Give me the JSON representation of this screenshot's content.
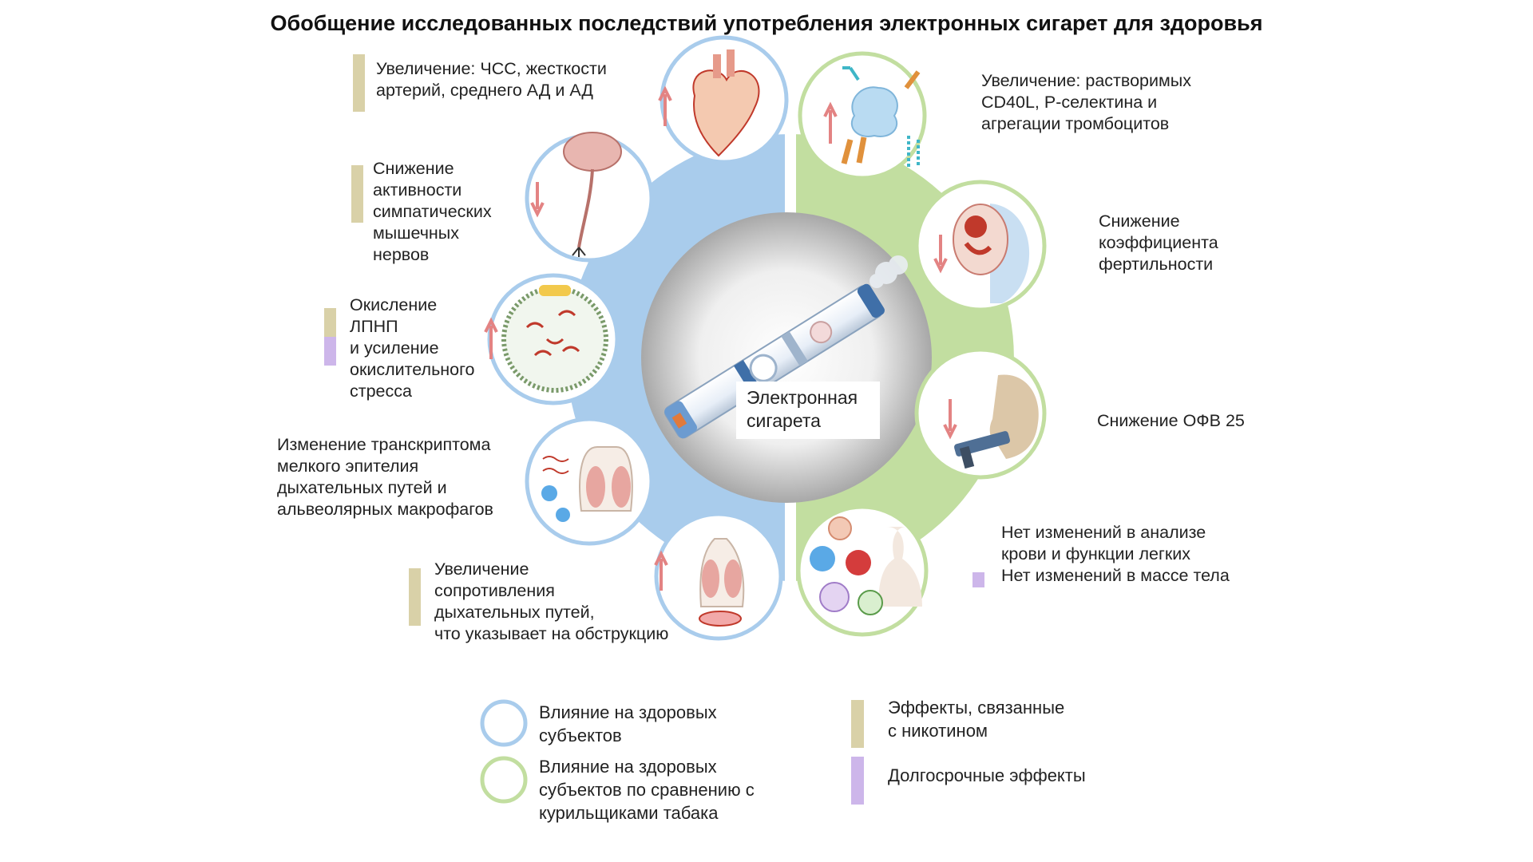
{
  "title": "Обобщение исследованных последствий употребления электронных сигарет для здоровья",
  "center_label": [
    "Электронная",
    "сигарета"
  ],
  "left_effects": [
    {
      "lines": [
        "Увеличение: ЧСС, жесткости",
        "артерий, среднего АД и АД"
      ],
      "direction": "up",
      "icon": "heart-icon",
      "marker": "nicotine"
    },
    {
      "lines": [
        "Снижение",
        "активности",
        "симпатических",
        "мышечных",
        "нервов"
      ],
      "direction": "down",
      "icon": "brain-nerve-icon",
      "marker": "nicotine"
    },
    {
      "lines": [
        "Окисление",
        "ЛПНП",
        "и усиление",
        "окислительного",
        "стресса"
      ],
      "direction": "up",
      "icon": "lipoprotein-icon",
      "marker": "nicotine+long-term"
    },
    {
      "lines": [
        "Изменение транскриптома",
        "мелкого эпителия",
        "дыхательных путей и",
        "альвеолярных макрофагов"
      ],
      "direction": "none",
      "icon": "airway-transcriptome-icon",
      "marker": "none"
    },
    {
      "lines": [
        "Увеличение",
        "сопротивления",
        "дыхательных путей,",
        "что указывает на обструкцию"
      ],
      "direction": "up",
      "icon": "airway-resistance-icon",
      "marker": "nicotine"
    }
  ],
  "right_effects": [
    {
      "lines": [
        "Увеличение: растворимых",
        "CD40L, Р-селектина и",
        "агрегации тромбоцитов"
      ],
      "direction": "up",
      "icon": "platelet-icon",
      "marker": "none"
    },
    {
      "lines": [
        "Снижение",
        "коэффициента",
        "фертильности"
      ],
      "direction": "down",
      "icon": "fetus-icon",
      "marker": "none"
    },
    {
      "lines": [
        "Снижение ОФВ 25"
      ],
      "direction": "down",
      "icon": "spirometer-icon",
      "marker": "none"
    },
    {
      "lines": [
        "Нет изменений в анализе",
        "крови и функции легких",
        "Нет изменений в массе тела"
      ],
      "direction": "none",
      "icon": "blood-cells-icon",
      "marker": "long-term"
    }
  ],
  "legend": {
    "blue_circle": [
      "Влияние на здоровых",
      "субъектов"
    ],
    "green_circle": [
      "Влияние на здоровых",
      "субъектов по сравнению с",
      "курильщиками табака"
    ],
    "nicotine": [
      "Эффекты, связанные",
      "с никотином"
    ],
    "long_term": [
      "Долгосрочные эффекты"
    ]
  },
  "colors": {
    "blue": "#a9ccec",
    "green": "#c2dea0",
    "arrow": "#e38383",
    "nicotine_marker": "#d9d1a8",
    "long_term_marker": "#cdb6ea"
  }
}
